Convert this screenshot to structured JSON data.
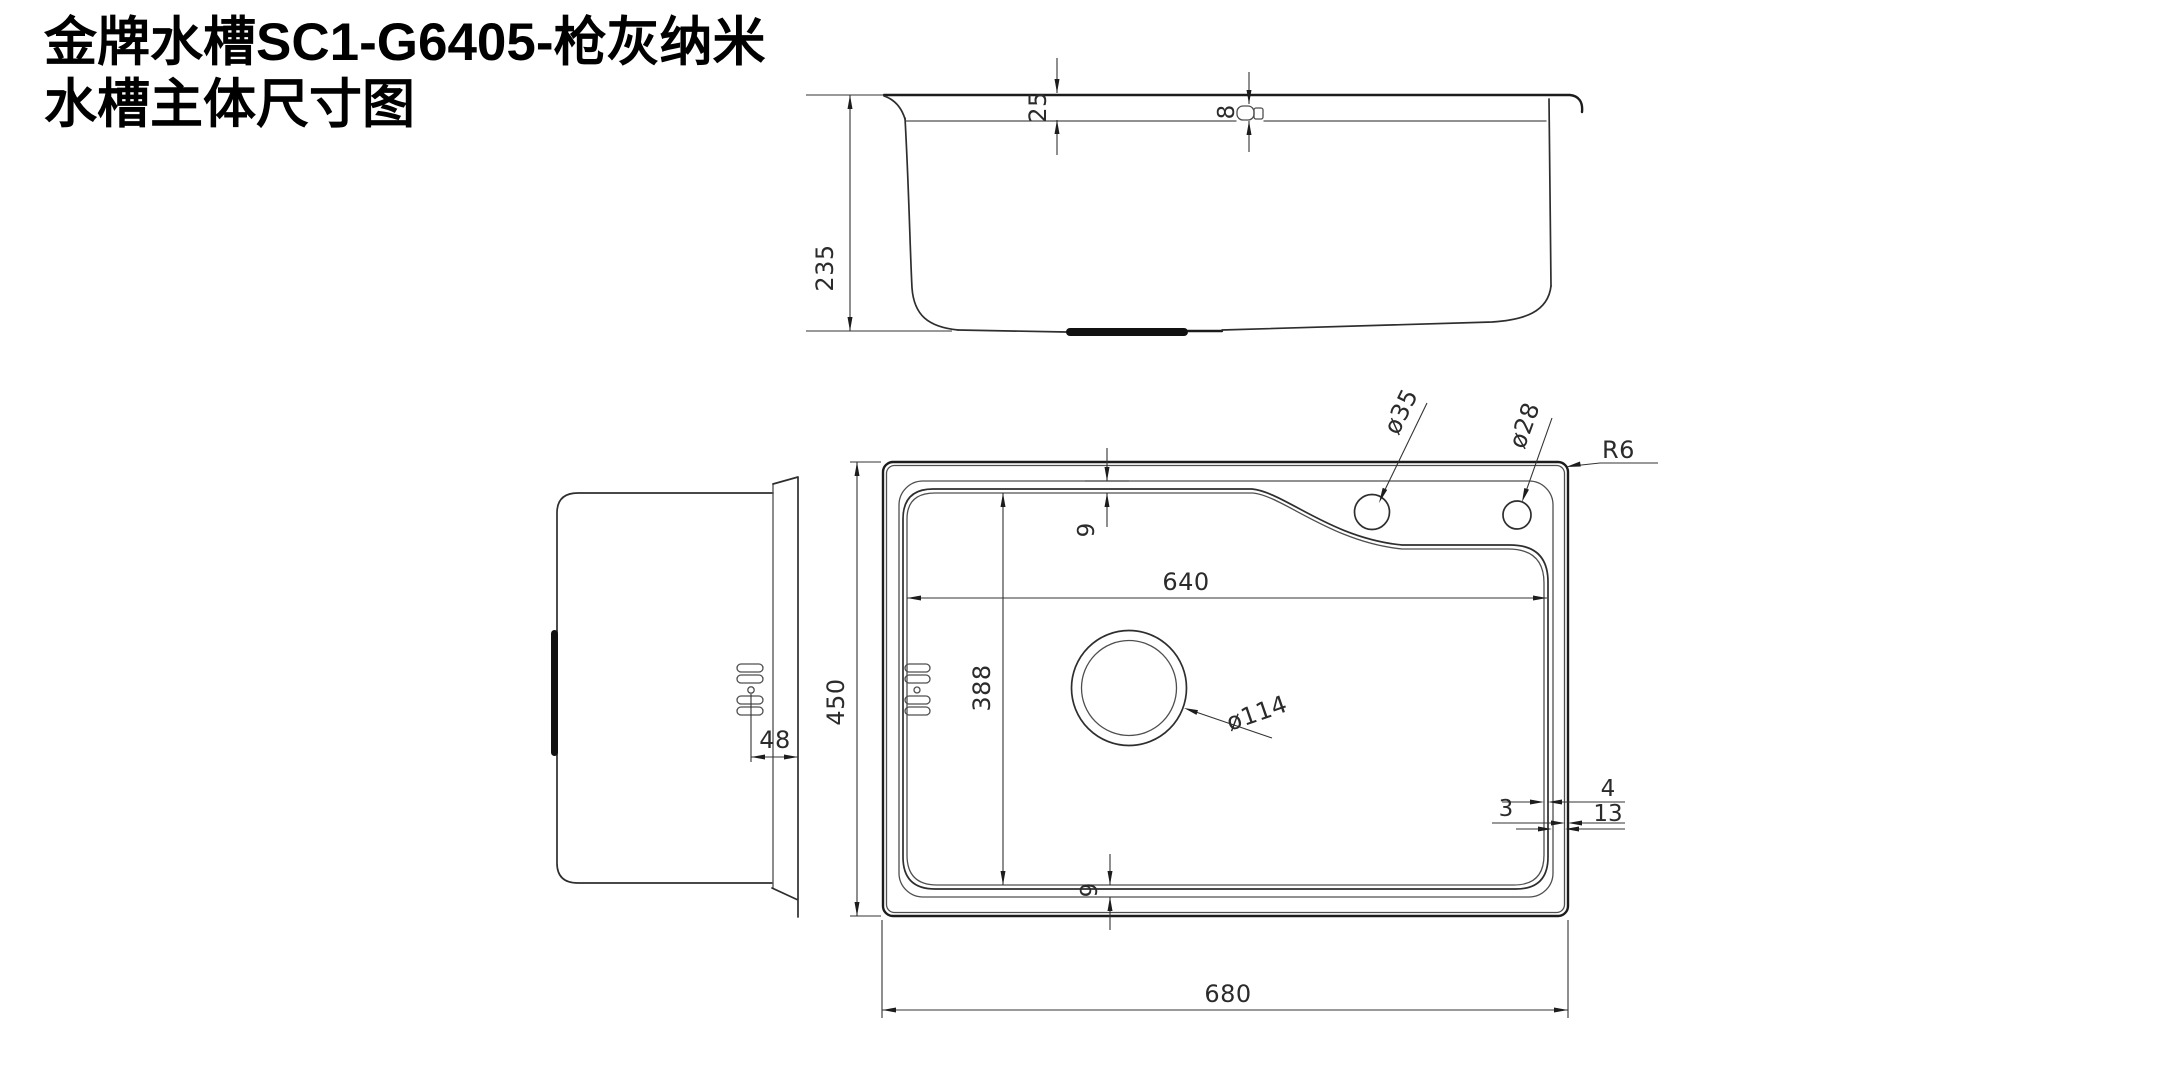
{
  "title": {
    "line1": "金牌水槽SC1-G6405-枪灰纳米",
    "line2": "水槽主体尺寸图"
  },
  "colors": {
    "background": "#ffffff",
    "line": "#1c1c1c",
    "dim_text": "#2b2b2b"
  },
  "front_view": {
    "overall_height": "235",
    "rim_depth": "25",
    "edge_gap": "8"
  },
  "side_view": {
    "clip_offset": "48"
  },
  "plan_view": {
    "bowl_width": "640",
    "bowl_length": "388",
    "outer_length": "450",
    "outer_width": "680",
    "rim_gap_top": "9",
    "rim_gap_bottom": "9",
    "edge_fold": "3",
    "edge_step": "4",
    "edge_flange": "13",
    "drain_diameter": "ø114",
    "faucet_hole_large": "ø35",
    "faucet_hole_small": "ø28",
    "corner_radius": "R6"
  }
}
